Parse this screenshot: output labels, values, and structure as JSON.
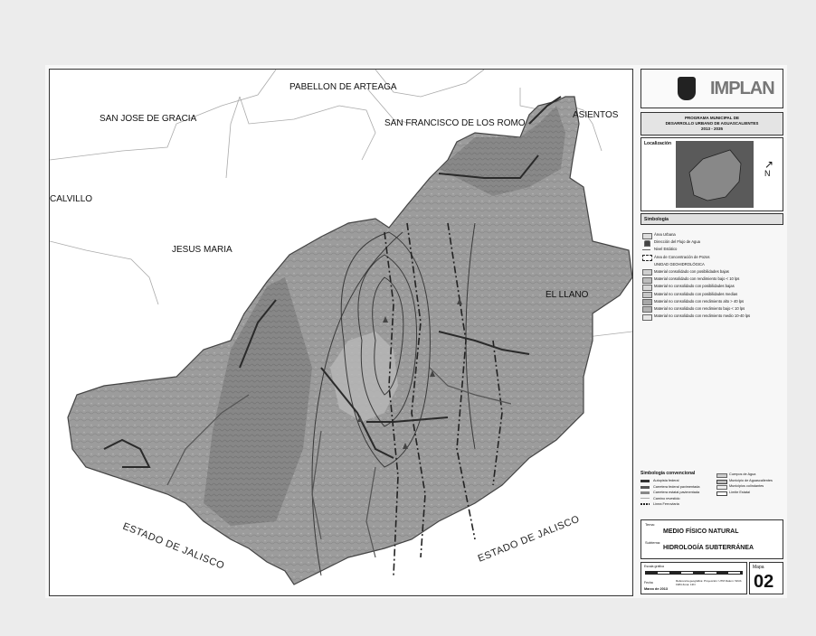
{
  "map": {
    "labels": {
      "pabellon": "PABELLON DE ARTEAGA",
      "san_jose": "SAN JOSE DE GRACIA",
      "san_francisco": "SAN FRANCISCO DE LOS ROMO",
      "asientos": "ASIENTOS",
      "calvillo": "CALVILLO",
      "jesus_maria": "JESUS MARIA",
      "el_llano": "EL LLANO",
      "jalisco_left": "ESTADO DE JALISCO",
      "jalisco_right": "ESTADO DE JALISCO"
    },
    "colors": {
      "land": "#9a9a9a",
      "outer": "#ffffff",
      "lines": "#333333"
    }
  },
  "panel": {
    "logo": "IMPLAN",
    "program_line1": "PROGRAMA MUNICIPAL DE",
    "program_line2": "DESARROLLO URBANO DE AGUASCALIENTES",
    "program_line3": "2013 - 2035",
    "localizacion": "Localización",
    "north": "N",
    "simbologia": "Simbología",
    "legend": [
      {
        "text": "Área Urbana",
        "color": "#dddddd"
      },
      {
        "text": "Dirección del Flujo de Agua",
        "color": "#444444"
      },
      {
        "text": "Nivel Estático",
        "color": "#666666"
      },
      {
        "text": "Área de Concentración de Pozos",
        "color": "#ffffff"
      },
      {
        "text": "UNIDAD GEOHIDROLÓGICA",
        "color": ""
      },
      {
        "text": "Material consolidado con posibilidades bajas",
        "color": "#cfcfcf"
      },
      {
        "text": "Material consolidado con rendimiento bajo < 10 lps",
        "color": "#bdbdbd"
      },
      {
        "text": "Material no consolidado con posibilidades bajas",
        "color": "#d8d8d8"
      },
      {
        "text": "Material no consolidado con posibilidades medias",
        "color": "#c6c6c6"
      },
      {
        "text": "Material no consolidado con rendimiento alto > 40 lps",
        "color": "#a8a8a8"
      },
      {
        "text": "Material no consolidado con rendimiento bajo < 10 lps",
        "color": "#b2b2b2"
      },
      {
        "text": "Material no consolidado con rendimiento medio 10-40 lps",
        "color": "#e6e6e6"
      }
    ],
    "convencional_title": "Simbología convencional",
    "convencional_left": [
      {
        "text": "Autopista federal",
        "color": "#333333"
      },
      {
        "text": "Carretera federal pavimentada",
        "color": "#555555"
      },
      {
        "text": "Carretera estatal pavimentada",
        "color": "#888888"
      },
      {
        "text": "Camino revestido",
        "color": "#aaaaaa"
      },
      {
        "text": "Línea Ferroviaria",
        "color": "#222222"
      }
    ],
    "convencional_right": [
      {
        "text": "Cuerpos de Agua",
        "color": "#cccccc"
      },
      {
        "text": "Municipio de Aguascalientes",
        "color": "#bbbbbb"
      },
      {
        "text": "Municipios colindantes",
        "color": "#eeeeee"
      },
      {
        "text": "Límite Estatal",
        "color": "#444444"
      }
    ],
    "tema_label": "Tema:",
    "tema": "MEDIO FÍSICO NATURAL",
    "subtema_label": "Subtema:",
    "subtema": "HIDROLOGÍA SUBTERRÁNEA",
    "escala": "Escala gráfica",
    "fecha_label": "Fecha",
    "fecha": "Marzo de 2013",
    "referencia": "Referencia geográfica: Proyección: UTM Datum: WGS 1984 Zona: 13N",
    "mapa_label": "Mapa",
    "mapa_num": "02"
  }
}
